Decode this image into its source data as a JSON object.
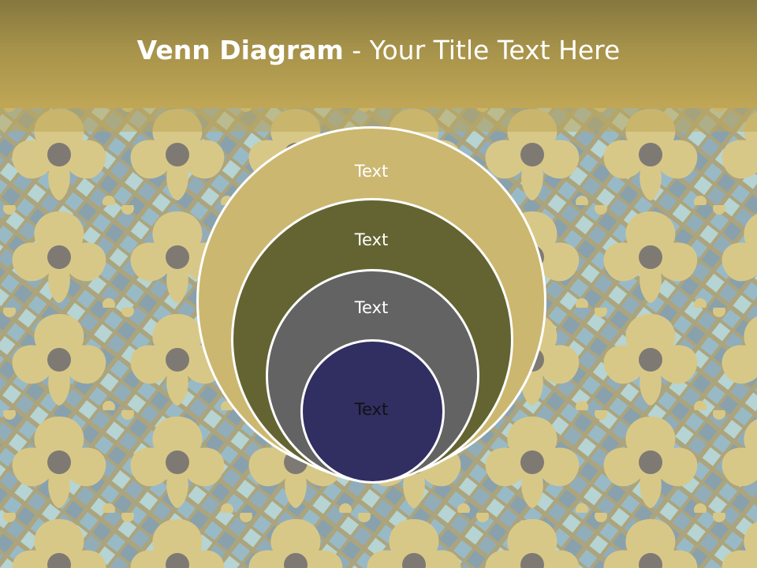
{
  "slide": {
    "title_bold": "Venn Diagram",
    "title_rest": " - Your Title Text Here"
  },
  "diagram": {
    "circles": [
      {
        "label": "Text",
        "fill": "#cbb770",
        "text_color": "#ffffff"
      },
      {
        "label": "Text",
        "fill": "#646433",
        "text_color": "#ffffff"
      },
      {
        "label": "Text",
        "fill": "#636363",
        "text_color": "#ffffff"
      },
      {
        "label": "Text",
        "fill": "#312e62",
        "text_color": "#111111"
      }
    ]
  },
  "colors": {
    "title_band": "#a6924a",
    "mosaic_gold": "#b9a45a",
    "mosaic_blue": "#5a9ac8",
    "outline": "#ffffff"
  }
}
